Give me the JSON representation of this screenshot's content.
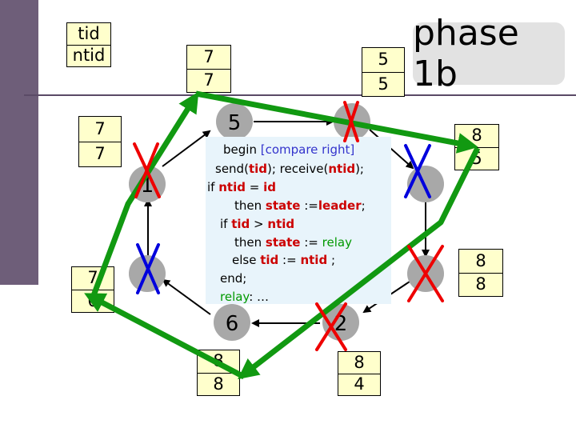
{
  "legend": {
    "line1": "tid",
    "line2": "ntid"
  },
  "title": "phase 1b",
  "boxes": {
    "top_left": {
      "tid": "7",
      "ntid": "7"
    },
    "top_right": {
      "tid": "5",
      "ntid": "5"
    },
    "left_upper": {
      "tid": "7",
      "ntid": "7"
    },
    "left_lower": {
      "tid": "7",
      "ntid": "6"
    },
    "right_upper": {
      "tid": "8",
      "ntid": "5"
    },
    "right_lower": {
      "tid": "8",
      "ntid": "8"
    },
    "bottom_left": {
      "tid": "8",
      "ntid": "8"
    },
    "bottom_right": {
      "tid": "8",
      "ntid": "4"
    }
  },
  "node_labels": {
    "top_left": "5",
    "left_upper": "1",
    "bottom_left": "6",
    "bottom_right": "2"
  },
  "code": {
    "l1_a": "begin ",
    "l1_b": "[compare right]",
    "l2_a": "send(",
    "l2_b": "tid",
    "l2_c": "); receive(",
    "l2_d": "ntid",
    "l2_e": ");",
    "l3_a": "if ",
    "l3_b": "ntid",
    "l3_c": " = ",
    "l3_d": "id",
    "l4_a": "then ",
    "l4_b": "state",
    "l4_c": " :=",
    "l4_d": "leader",
    "l4_e": ";",
    "l5_a": "if ",
    "l5_b": "tid",
    "l5_c": " > ",
    "l5_d": "ntid",
    "l6_a": "then ",
    "l6_b": "state",
    "l6_c": " := ",
    "l6_d": "relay",
    "l7_a": "else ",
    "l7_b": "tid",
    "l7_c": " := ",
    "l7_d": "ntid",
    "l7_e": " ;",
    "l8": "end;",
    "l9_a": "relay",
    "l9_b": ": …"
  },
  "colors": {
    "node_fill": "#a8a8a8",
    "arrow": "#000000",
    "cross_red": "#ee0000",
    "cross_blue": "#0000dd",
    "green_path": "#119911",
    "box_fill": "#ffffcc",
    "code_bg": "#e8f4fb",
    "left_bar": "#6e5e79",
    "title_bg": "#e2e2e2"
  },
  "icons": [
    "cross-mark-icon",
    "arrow-icon"
  ]
}
